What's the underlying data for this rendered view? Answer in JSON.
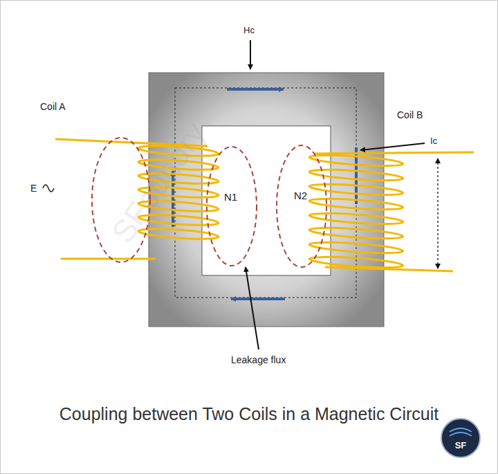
{
  "diagram": {
    "caption": "Coupling between Two Coils in a Magnetic Circuit",
    "labels": [
      "Hc",
      "Coil A",
      "Coil B",
      "Ic",
      "E",
      "N1",
      "N2",
      "Leakage flux",
      "SFoundry",
      "SF"
    ]
  }
}
